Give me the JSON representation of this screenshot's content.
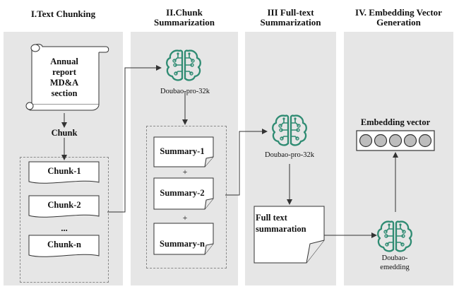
{
  "columns": {
    "col1_title": "I.Text Chunking",
    "col2_title": "II.Chunk Summarization",
    "col3_title": "III Full-text Summarization",
    "col4_title": "IV. Embedding Vector Generation"
  },
  "stage1": {
    "scroll_label": "Annual report MD&A section",
    "chunk_label": "Chunk",
    "chunks": [
      "Chunk-1",
      "Chunk-2",
      "...",
      "Chunk-n"
    ]
  },
  "stage2": {
    "model_label": "Doubao-pro-32k",
    "summaries": [
      "Summary-1",
      "Summary-2",
      "Summary-n"
    ],
    "plus": "+"
  },
  "stage3": {
    "model_label": "Doubao-pro-32k",
    "fulltext_label": "Full text summaration"
  },
  "stage4": {
    "embedding_label": "Embedding vector",
    "model_label": "Doubao-emedding",
    "vector_cells": 5
  },
  "colors": {
    "column_bg": "#e6e6e6",
    "brain_green": "#2e8b72",
    "line": "#333333",
    "circle_fill": "#bdbdbd"
  },
  "icons": [
    "scroll-icon",
    "brain-network-icon",
    "document-icon",
    "vector-cell-icon"
  ]
}
